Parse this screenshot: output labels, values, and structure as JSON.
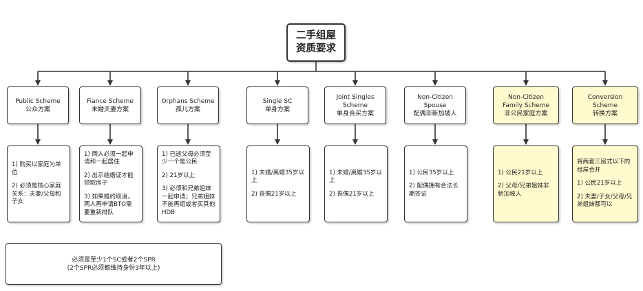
{
  "root": {
    "line1": "二手组屋",
    "line2": "资质要求"
  },
  "schemes": [
    {
      "name_en": "Public Scheme",
      "name_zh": "公众方案",
      "details": [
        "1) 购买以家庭为单位",
        "2) 必须是核心家庭关系：夫妻/父母和子女"
      ]
    },
    {
      "name_en": "Fiance Scheme",
      "name_zh": "未婚夫妻方案",
      "details": [
        "1) 两人必须一起申请和一起居住",
        "2) 出示结婚证才能领取房子",
        "3) 如果婚约取消，两人再申请BTO需要重新排队"
      ]
    },
    {
      "name_en": "Orphans Scheme",
      "name_zh": "孤儿方案",
      "details": [
        "1) 已逝父母必须至少一个是公民",
        "2) 21岁以上",
        "3) 必须和兄弟姐妹一起申请；兄弟姐妹不能再组或者买其他HDB"
      ]
    },
    {
      "name_en": "Single SC",
      "name_zh": "单身方案",
      "details": [
        "1) 未婚/离婚35岁以上",
        "2) 丧偶21岁以上"
      ]
    },
    {
      "name_en": "Joint Singles Scheme",
      "name_zh": "单身合买方案",
      "details": [
        "1) 未婚/离婚35岁以上",
        "2) 丧偶21岁以上"
      ]
    },
    {
      "name_en": "Non-Citizen Spouse",
      "name_zh": "配偶非新加坡人",
      "details": [
        "1) 公民35岁以上",
        "2) 配偶拥有合法长期签证"
      ]
    },
    {
      "name_en": "Non-Citizen Family Scheme",
      "name_zh": "非公民家庭方案",
      "details": [
        "1) 公民21岁以上",
        "2) 父母/兄弟姐妹非新加坡人"
      ]
    },
    {
      "name_en": "Conversion Scheme",
      "name_zh": "转换方案",
      "details": [
        "将两套三房式以下的组屋合并",
        "1) 公民21岁以上",
        "2) 夫妻/子女/父母/兄弟姐妹都可以"
      ]
    }
  ],
  "note": {
    "line1": "必须是至少1个SC或者2个SPR",
    "line2": "(2个SPR必须都维持身份3年以上)"
  },
  "colors": {
    "highlight": "#fffbcf",
    "line": "#333333"
  }
}
